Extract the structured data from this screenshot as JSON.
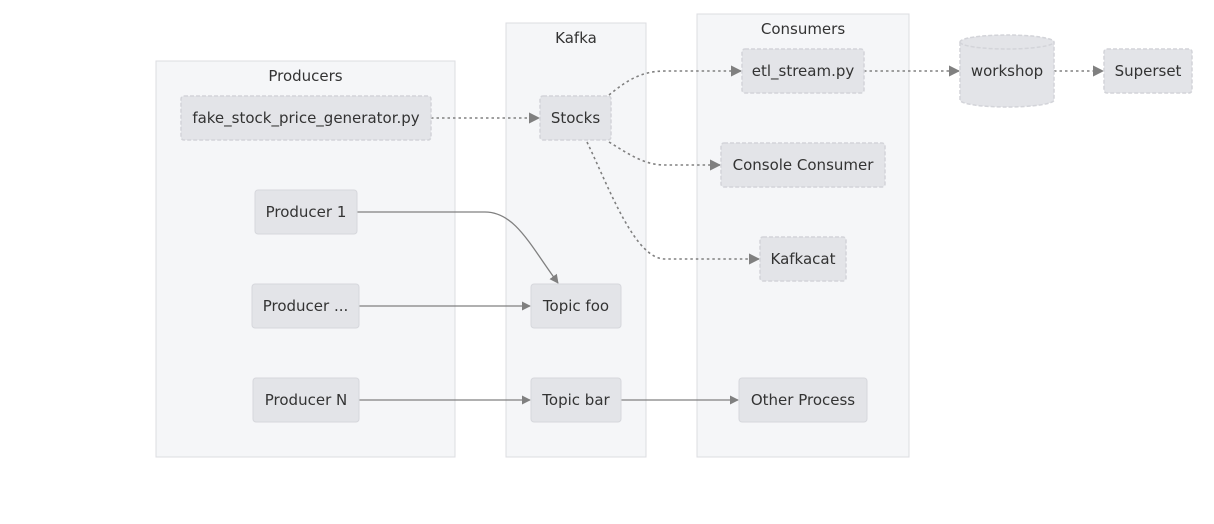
{
  "clusters": {
    "producers": "Producers",
    "kafka": "Kafka",
    "consumers": "Consumers"
  },
  "nodes": {
    "fake_gen": "fake_stock_price_generator.py",
    "producer_1": "Producer 1",
    "producer_dots": "Producer ...",
    "producer_n": "Producer N",
    "stocks": "Stocks",
    "topic_foo": "Topic foo",
    "topic_bar": "Topic bar",
    "etl_stream": "etl_stream.py",
    "console_consumer": "Console Consumer",
    "kafkacat": "Kafkacat",
    "other_process": "Other Process",
    "workshop": "workshop",
    "superset": "Superset"
  },
  "edges": [
    {
      "from": "fake_gen",
      "to": "stocks",
      "style": "dotted"
    },
    {
      "from": "stocks",
      "to": "etl_stream",
      "style": "dotted"
    },
    {
      "from": "stocks",
      "to": "console_consumer",
      "style": "dotted"
    },
    {
      "from": "stocks",
      "to": "kafkacat",
      "style": "dotted"
    },
    {
      "from": "etl_stream",
      "to": "workshop",
      "style": "dotted"
    },
    {
      "from": "workshop",
      "to": "superset",
      "style": "dotted"
    },
    {
      "from": "producer_1",
      "to": "topic_foo",
      "style": "solid"
    },
    {
      "from": "producer_dots",
      "to": "topic_foo",
      "style": "solid"
    },
    {
      "from": "producer_n",
      "to": "topic_bar",
      "style": "solid"
    },
    {
      "from": "topic_bar",
      "to": "other_process",
      "style": "solid"
    }
  ],
  "colors": {
    "cluster_fill": "#f5f6f8",
    "cluster_stroke": "#dcdde1",
    "node_fill": "#e3e4e8",
    "edge": "#808080",
    "text": "#333333"
  }
}
